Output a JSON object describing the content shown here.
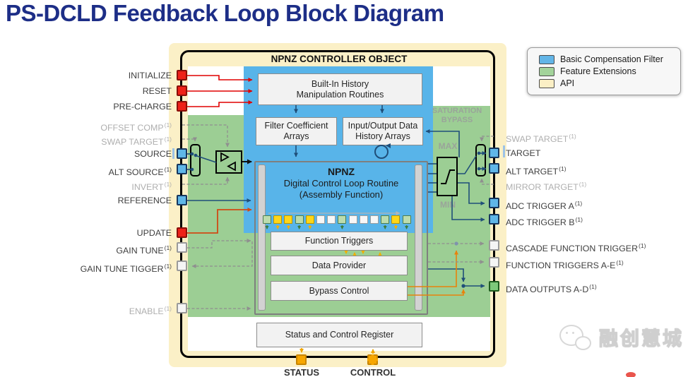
{
  "title": "PS-DCLD Feedback Loop Block Diagram",
  "legend": {
    "items": [
      {
        "label": "Basic Compensation Filter",
        "color": "#62B5E7"
      },
      {
        "label": "Feature Extensions",
        "color": "#A3D39B"
      },
      {
        "label": "API",
        "color": "#FBEFC5"
      }
    ]
  },
  "controller": {
    "title": "NPNZ CONTROLLER OBJECT",
    "blocks": {
      "built_in_history": [
        "Built-In History",
        "Manipulation Routines"
      ],
      "filter_arrays": [
        "Filter Coefficient",
        "Arrays"
      ],
      "io_arrays": [
        "Input/Output Data",
        "History Arrays"
      ],
      "npnz": [
        "NPNZ",
        "Digital Control Loop Routine",
        "(Assembly Function)"
      ],
      "function_triggers": "Function Triggers",
      "data_provider": "Data Provider",
      "bypass_control": "Bypass Control",
      "status_register": "Status and Control Register"
    },
    "saturation": {
      "line1": "SATURATION",
      "line2": "BYPASS",
      "max": "MAX",
      "min": "MIN"
    }
  },
  "pins": {
    "left": [
      {
        "label": "INITIALIZE",
        "sup": "",
        "type": "red",
        "gray": false
      },
      {
        "label": "RESET",
        "sup": "",
        "type": "red",
        "gray": false
      },
      {
        "label": "PRE-CHARGE",
        "sup": "",
        "type": "red",
        "gray": false
      },
      {
        "label": "OFFSET COMP",
        "sup": "(1)",
        "type": "none",
        "gray": true
      },
      {
        "label": "SWAP TARGET",
        "sup": "(1)",
        "type": "none",
        "gray": true
      },
      {
        "label": "SOURCE",
        "sup": "",
        "type": "blue",
        "gray": false
      },
      {
        "label": "ALT SOURCE",
        "sup": "(1)",
        "type": "blue",
        "gray": false
      },
      {
        "label": "INVERT",
        "sup": "(1)",
        "type": "none",
        "gray": true
      },
      {
        "label": "REFERENCE",
        "sup": "",
        "type": "blue",
        "gray": false
      },
      {
        "label": "UPDATE",
        "sup": "",
        "type": "red",
        "gray": false
      },
      {
        "label": "GAIN TUNE",
        "sup": "(1)",
        "type": "white",
        "gray": false
      },
      {
        "label": "GAIN TUNE TIGGER",
        "sup": "(1)",
        "type": "white",
        "gray": false
      },
      {
        "label": "ENABLE",
        "sup": "(1)",
        "type": "white",
        "gray": true
      }
    ],
    "right": [
      {
        "label": "SWAP TARGET",
        "sup": "(1)",
        "type": "none",
        "gray": true
      },
      {
        "label": "TARGET",
        "sup": "",
        "type": "blue",
        "gray": false
      },
      {
        "label": "ALT TARGET",
        "sup": "(1)",
        "type": "blue",
        "gray": false
      },
      {
        "label": "MIRROR TARGET",
        "sup": "(1)",
        "type": "none",
        "gray": true
      },
      {
        "label": "ADC TRIGGER A",
        "sup": "(1)",
        "type": "blue",
        "gray": false
      },
      {
        "label": "ADC TRIGGER B",
        "sup": "(1)",
        "type": "blue",
        "gray": false
      },
      {
        "label": "CASCADE FUNCTION TRIGGER",
        "sup": "(1)",
        "type": "white",
        "gray": false
      },
      {
        "label": "FUNCTION TRIGGERS A-E",
        "sup": "(1)",
        "type": "white",
        "gray": false
      },
      {
        "label": "DATA OUTPUTS A-D",
        "sup": "(1)",
        "type": "green",
        "gray": false
      }
    ],
    "bottom": [
      {
        "label": "STATUS",
        "type": "orange"
      },
      {
        "label": "CONTROL",
        "type": "orange-dashed"
      }
    ]
  },
  "trigger_squares": [
    "green",
    "yellow",
    "yellow",
    "green",
    "yellow",
    "white",
    "white",
    "green",
    "white",
    "white",
    "white",
    "green",
    "yellow",
    "green"
  ],
  "watermark": {
    "text": "融创慧城"
  },
  "colors": {
    "title_navy": "#1D2E87",
    "basic_filter_blue": "#58B4E9",
    "feature_green": "#9CCE94",
    "api_cream": "#FBF0C7",
    "pin_red": "#EE2118",
    "pin_blue": "#5FB6E8",
    "pin_green": "#7DC87A",
    "pin_orange": "#F7A600"
  }
}
